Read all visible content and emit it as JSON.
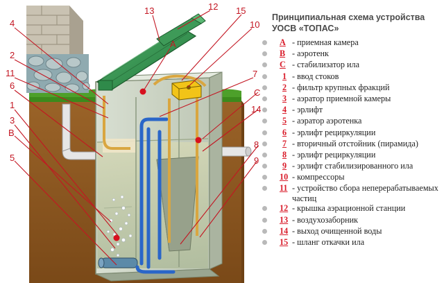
{
  "title": {
    "line1": "Принципиальная схема устройства",
    "line2": "УОСВ «ТОПАС»"
  },
  "legend": [
    {
      "code": "A",
      "sep": " - ",
      "text": "приемная камера"
    },
    {
      "code": "B",
      "sep": " - ",
      "text": "аэротенк"
    },
    {
      "code": "C",
      "sep": " - ",
      "text": "стабилизатор ила"
    },
    {
      "code": "1",
      "sep": " - ",
      "text": "ввод стоков"
    },
    {
      "code": "2",
      "sep": " - ",
      "text": "фильтр крупных фракций"
    },
    {
      "code": "3",
      "sep": " - ",
      "text": "аэратор приемной камеры"
    },
    {
      "code": "4",
      "sep": " - ",
      "text": "эрлифт"
    },
    {
      "code": "5",
      "sep": " - ",
      "text": "аэратор аэротенка"
    },
    {
      "code": "6",
      "sep": " - ",
      "text": "эрлифт рециркуляции"
    },
    {
      "code": "7",
      "sep": " - ",
      "text": "вторичный отстойник (пирамида)"
    },
    {
      "code": "8",
      "sep": " - ",
      "text": "эрлифт рециркуляции"
    },
    {
      "code": "9",
      "sep": " - ",
      "text": "эрлифт стабилизированного ила"
    },
    {
      "code": "10",
      "sep": " - ",
      "text": "компрессоры"
    },
    {
      "code": "11",
      "sep": " - ",
      "text": "устройство сбора неперерабатываемых частиц"
    },
    {
      "code": "12",
      "sep": " - ",
      "text": "крышка аэрационной станции"
    },
    {
      "code": "13",
      "sep": " - ",
      "text": "воздухозаборник"
    },
    {
      "code": "14",
      "sep": " - ",
      "text": "выход очищенной воды"
    },
    {
      "code": "15",
      "sep": " - ",
      "text": "шланг откачки ила"
    }
  ],
  "callouts": {
    "n1": "1",
    "n2": "2",
    "n3": "3",
    "n4": "4",
    "n5": "5",
    "n6": "6",
    "n7": "7",
    "n8": "8",
    "n9": "9",
    "n10": "10",
    "n11": "11",
    "n12": "12",
    "n13": "13",
    "n14": "14",
    "n15": "15",
    "a": "A",
    "b": "B",
    "c": "C"
  },
  "colors": {
    "label": "#c31622",
    "soil": "#8e5a25",
    "grass": "#3c8a1c",
    "lid": "#2f8a4a",
    "tank": "#cfd6c9",
    "water": "#b9c7a5",
    "pipe_blue": "#2a66c8",
    "pipe_orange": "#d9a640",
    "compressor": "#f2c418"
  }
}
